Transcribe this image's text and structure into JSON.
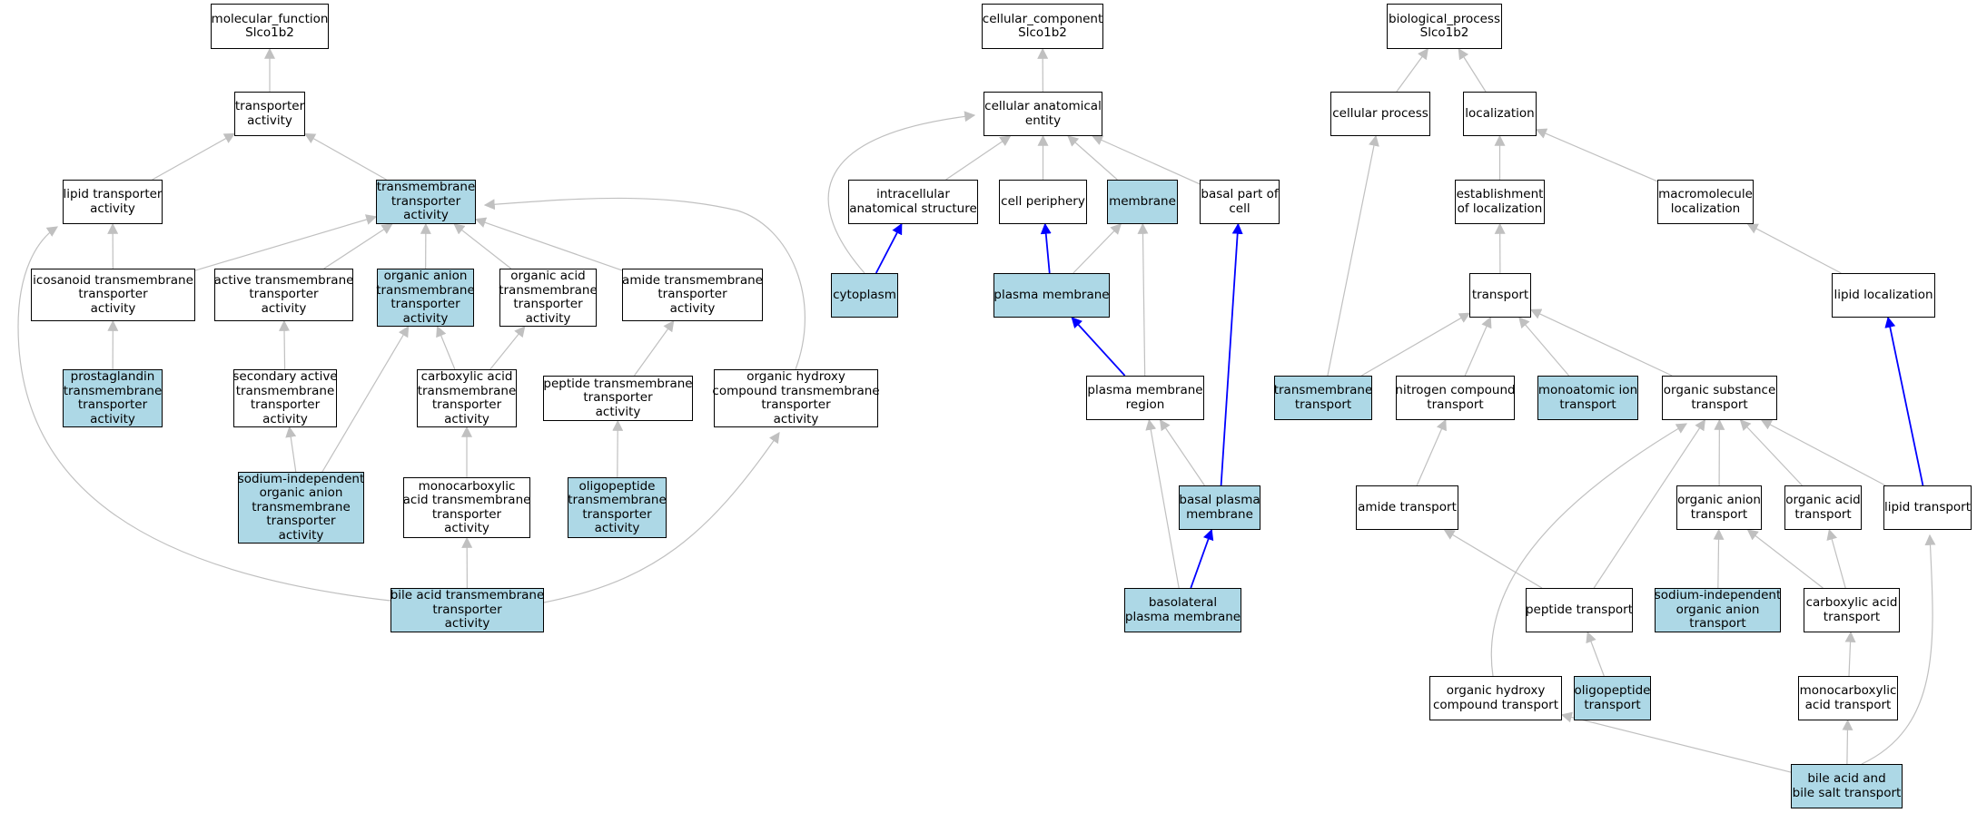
{
  "colors": {
    "highlight": "#add8e6",
    "edge_default": "#c0c0c0",
    "edge_strong": "#0000ff",
    "border": "#000000"
  },
  "nodes": {
    "mf_root": "molecular_function\nSlco1b2",
    "transporter_activity": "transporter\nactivity",
    "lipid_transporter_activity": "lipid transporter\nactivity",
    "transmembrane_transporter_activity": "transmembrane\ntransporter\nactivity",
    "icosanoid_tm": "icosanoid transmembrane\ntransporter\nactivity",
    "active_tm": "active transmembrane\ntransporter\nactivity",
    "organic_anion_tm": "organic anion\ntransmembrane\ntransporter\nactivity",
    "organic_acid_tm": "organic acid\ntransmembrane\ntransporter\nactivity",
    "amide_tm": "amide transmembrane\ntransporter\nactivity",
    "prostaglandin_tm": "prostaglandin\ntransmembrane\ntransporter\nactivity",
    "secondary_active_tm": "secondary active\ntransmembrane\ntransporter\nactivity",
    "carboxylic_acid_tm": "carboxylic acid\ntransmembrane\ntransporter\nactivity",
    "peptide_tm": "peptide transmembrane\ntransporter\nactivity",
    "organic_hydroxy_tm": "organic hydroxy\ncompound transmembrane\ntransporter\nactivity",
    "sodium_independent_oa_tm": "sodium-independent\norganic anion\ntransmembrane\ntransporter\nactivity",
    "monocarboxylic_tm": "monocarboxylic\nacid transmembrane\ntransporter\nactivity",
    "oligopeptide_tm": "oligopeptide\ntransmembrane\ntransporter\nactivity",
    "bile_acid_tm": "bile acid transmembrane\ntransporter\nactivity",
    "cc_root": "cellular_component\nSlco1b2",
    "cellular_anatomical_entity": "cellular anatomical\nentity",
    "intracellular_anatomical_structure": "intracellular\nanatomical structure",
    "cell_periphery": "cell periphery",
    "membrane": "membrane",
    "basal_part_of_cell": "basal part of\ncell",
    "cytoplasm": "cytoplasm",
    "plasma_membrane": "plasma membrane",
    "plasma_membrane_region": "plasma membrane\nregion",
    "basal_plasma_membrane": "basal plasma\nmembrane",
    "basolateral_plasma_membrane": "basolateral\nplasma membrane",
    "bp_root": "biological_process\nSlco1b2",
    "cellular_process": "cellular process",
    "localization": "localization",
    "establishment_of_localization": "establishment\nof localization",
    "macromolecule_localization": "macromolecule\nlocalization",
    "transport": "transport",
    "lipid_localization": "lipid localization",
    "transmembrane_transport": "transmembrane\ntransport",
    "nitrogen_compound_transport": "nitrogen compound\ntransport",
    "monoatomic_ion_transport": "monoatomic ion\ntransport",
    "organic_substance_transport": "organic substance\ntransport",
    "amide_transport": "amide transport",
    "organic_anion_transport": "organic anion\ntransport",
    "organic_acid_transport": "organic acid\ntransport",
    "lipid_transport": "lipid transport",
    "peptide_transport": "peptide transport",
    "sodium_independent_oa_transport": "sodium-independent\norganic anion\ntransport",
    "carboxylic_acid_transport": "carboxylic acid\ntransport",
    "organic_hydroxy_transport": "organic hydroxy\ncompound transport",
    "oligopeptide_transport": "oligopeptide\ntransport",
    "monocarboxylic_acid_transport": "monocarboxylic\nacid transport",
    "bile_acid_transport": "bile acid and\nbile salt transport"
  },
  "highlighted": [
    "transmembrane_transporter_activity",
    "organic_anion_tm",
    "prostaglandin_tm",
    "sodium_independent_oa_tm",
    "oligopeptide_tm",
    "bile_acid_tm",
    "membrane",
    "cytoplasm",
    "plasma_membrane",
    "basal_plasma_membrane",
    "basolateral_plasma_membrane",
    "transmembrane_transport",
    "monoatomic_ion_transport",
    "sodium_independent_oa_transport",
    "oligopeptide_transport",
    "bile_acid_transport"
  ],
  "edges": [
    [
      "transporter_activity",
      "mf_root",
      "is_a"
    ],
    [
      "lipid_transporter_activity",
      "transporter_activity",
      "is_a"
    ],
    [
      "transmembrane_transporter_activity",
      "transporter_activity",
      "is_a"
    ],
    [
      "icosanoid_tm",
      "lipid_transporter_activity",
      "is_a"
    ],
    [
      "icosanoid_tm",
      "transmembrane_transporter_activity",
      "is_a"
    ],
    [
      "active_tm",
      "transmembrane_transporter_activity",
      "is_a"
    ],
    [
      "organic_anion_tm",
      "transmembrane_transporter_activity",
      "is_a"
    ],
    [
      "organic_acid_tm",
      "transmembrane_transporter_activity",
      "is_a"
    ],
    [
      "amide_tm",
      "transmembrane_transporter_activity",
      "is_a"
    ],
    [
      "organic_hydroxy_tm",
      "transmembrane_transporter_activity",
      "is_a"
    ],
    [
      "prostaglandin_tm",
      "icosanoid_tm",
      "is_a"
    ],
    [
      "secondary_active_tm",
      "active_tm",
      "is_a"
    ],
    [
      "carboxylic_acid_tm",
      "organic_anion_tm",
      "is_a"
    ],
    [
      "carboxylic_acid_tm",
      "organic_acid_tm",
      "is_a"
    ],
    [
      "peptide_tm",
      "amide_tm",
      "is_a"
    ],
    [
      "sodium_independent_oa_tm",
      "secondary_active_tm",
      "is_a"
    ],
    [
      "sodium_independent_oa_tm",
      "organic_anion_tm",
      "is_a"
    ],
    [
      "monocarboxylic_tm",
      "carboxylic_acid_tm",
      "is_a"
    ],
    [
      "oligopeptide_tm",
      "peptide_tm",
      "is_a"
    ],
    [
      "bile_acid_tm",
      "monocarboxylic_tm",
      "is_a"
    ],
    [
      "bile_acid_tm",
      "lipid_transporter_activity",
      "is_a"
    ],
    [
      "bile_acid_tm",
      "organic_hydroxy_tm",
      "is_a"
    ],
    [
      "cellular_anatomical_entity",
      "cc_root",
      "is_a"
    ],
    [
      "intracellular_anatomical_structure",
      "cellular_anatomical_entity",
      "is_a"
    ],
    [
      "cell_periphery",
      "cellular_anatomical_entity",
      "is_a"
    ],
    [
      "membrane",
      "cellular_anatomical_entity",
      "is_a"
    ],
    [
      "basal_part_of_cell",
      "cellular_anatomical_entity",
      "is_a"
    ],
    [
      "cytoplasm",
      "cellular_anatomical_entity",
      "is_a"
    ],
    [
      "cytoplasm",
      "intracellular_anatomical_structure",
      "part_of"
    ],
    [
      "plasma_membrane",
      "cell_periphery",
      "part_of"
    ],
    [
      "plasma_membrane",
      "membrane",
      "is_a"
    ],
    [
      "plasma_membrane_region",
      "plasma_membrane",
      "part_of"
    ],
    [
      "plasma_membrane_region",
      "membrane",
      "is_a"
    ],
    [
      "basal_plasma_membrane",
      "plasma_membrane_region",
      "is_a"
    ],
    [
      "basal_plasma_membrane",
      "basal_part_of_cell",
      "part_of"
    ],
    [
      "basolateral_plasma_membrane",
      "basal_plasma_membrane",
      "part_of"
    ],
    [
      "basolateral_plasma_membrane",
      "plasma_membrane_region",
      "is_a"
    ],
    [
      "cellular_process",
      "bp_root",
      "is_a"
    ],
    [
      "localization",
      "bp_root",
      "is_a"
    ],
    [
      "establishment_of_localization",
      "localization",
      "is_a"
    ],
    [
      "macromolecule_localization",
      "localization",
      "is_a"
    ],
    [
      "transport",
      "establishment_of_localization",
      "is_a"
    ],
    [
      "lipid_localization",
      "macromolecule_localization",
      "is_a"
    ],
    [
      "transmembrane_transport",
      "cellular_process",
      "is_a"
    ],
    [
      "transmembrane_transport",
      "transport",
      "is_a"
    ],
    [
      "nitrogen_compound_transport",
      "transport",
      "is_a"
    ],
    [
      "monoatomic_ion_transport",
      "transport",
      "is_a"
    ],
    [
      "organic_substance_transport",
      "transport",
      "is_a"
    ],
    [
      "amide_transport",
      "nitrogen_compound_transport",
      "is_a"
    ],
    [
      "organic_anion_transport",
      "organic_substance_transport",
      "is_a"
    ],
    [
      "organic_acid_transport",
      "organic_substance_transport",
      "is_a"
    ],
    [
      "lipid_transport",
      "organic_substance_transport",
      "is_a"
    ],
    [
      "lipid_transport",
      "lipid_localization",
      "part_of"
    ],
    [
      "peptide_transport",
      "amide_transport",
      "is_a"
    ],
    [
      "peptide_transport",
      "organic_substance_transport",
      "is_a"
    ],
    [
      "sodium_independent_oa_transport",
      "organic_anion_transport",
      "is_a"
    ],
    [
      "carboxylic_acid_transport",
      "organic_anion_transport",
      "is_a"
    ],
    [
      "carboxylic_acid_transport",
      "organic_acid_transport",
      "is_a"
    ],
    [
      "organic_hydroxy_transport",
      "organic_substance_transport",
      "is_a"
    ],
    [
      "oligopeptide_transport",
      "peptide_transport",
      "is_a"
    ],
    [
      "monocarboxylic_acid_transport",
      "carboxylic_acid_transport",
      "is_a"
    ],
    [
      "bile_acid_transport",
      "monocarboxylic_acid_transport",
      "is_a"
    ],
    [
      "bile_acid_transport",
      "organic_hydroxy_transport",
      "is_a"
    ],
    [
      "bile_acid_transport",
      "lipid_transport",
      "is_a"
    ]
  ]
}
